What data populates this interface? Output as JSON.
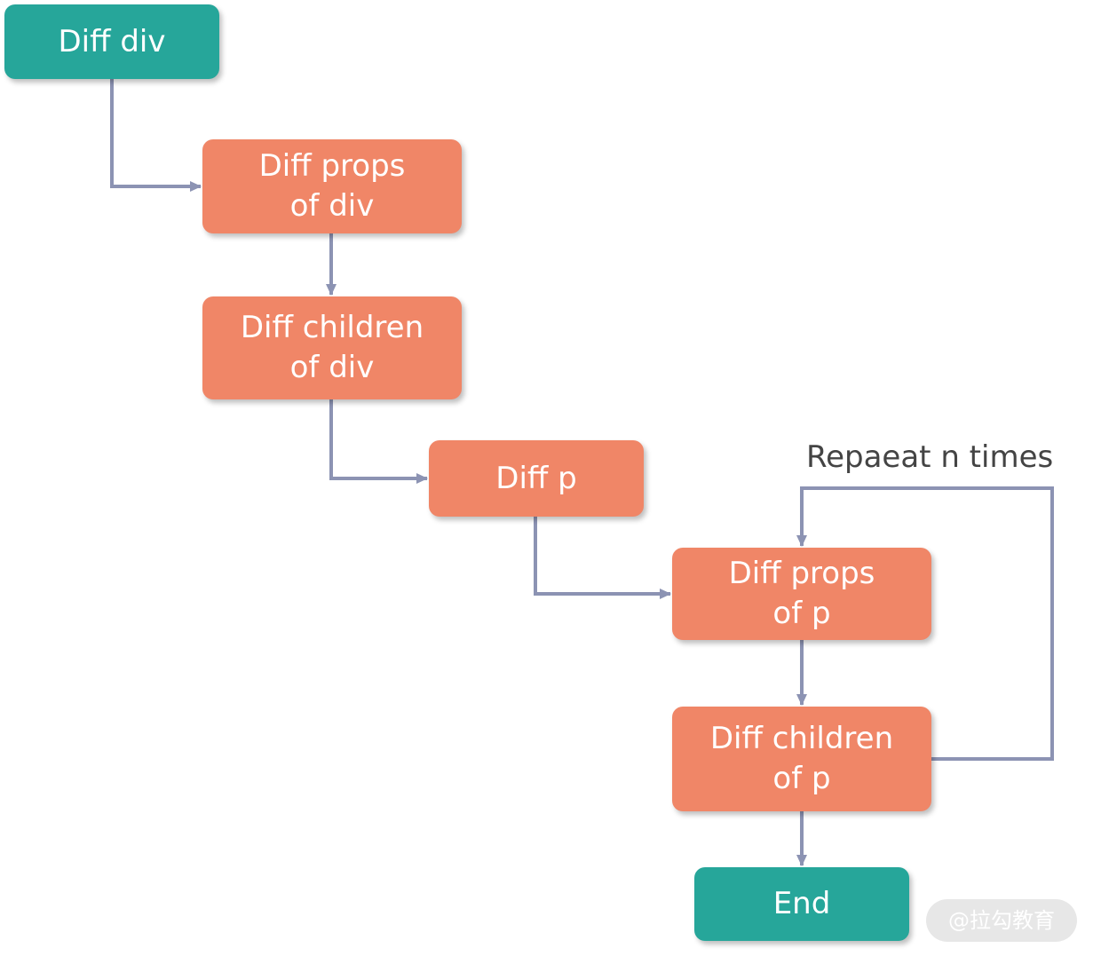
{
  "colors": {
    "terminal": "#26a69a",
    "process": "#f08667",
    "connector": "#8c93b3",
    "label_text": "#444444",
    "node_text": "#ffffff"
  },
  "nodes": {
    "diff_div": {
      "label": "Diff div"
    },
    "props_div": {
      "line1": "Diff props",
      "line2": "of div"
    },
    "children_div": {
      "line1": "Diff children",
      "line2": "of div"
    },
    "diff_p": {
      "label": "Diff p"
    },
    "props_p": {
      "line1": "Diff props",
      "line2": "of p"
    },
    "children_p": {
      "line1": "Diff children",
      "line2": "of p"
    },
    "end": {
      "label": "End"
    }
  },
  "loop_label": "Repaeat n times",
  "watermark": "@拉勾教育"
}
